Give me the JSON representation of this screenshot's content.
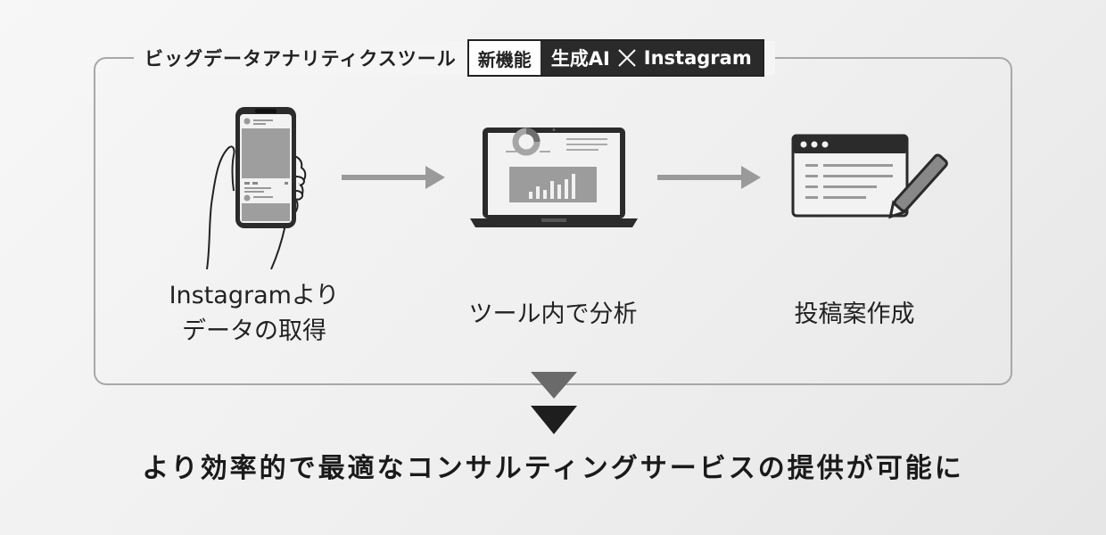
{
  "frame": {
    "title": "ビッグデータアナリティクスツール",
    "badge_new": "新機能",
    "badge_feature_left": "生成AI",
    "badge_feature_right": "Instagram"
  },
  "steps": [
    {
      "line1": "Instagramより",
      "line2": "データの取得",
      "icon": "smartphone-in-hand-icon"
    },
    {
      "line1": "ツール内で分析",
      "line2": "",
      "icon": "laptop-analytics-icon"
    },
    {
      "line1": "投稿案作成",
      "line2": "",
      "icon": "document-pen-icon"
    }
  ],
  "conclusion": "より効率的で最適なコンサルティングサービスの提供が可能に"
}
